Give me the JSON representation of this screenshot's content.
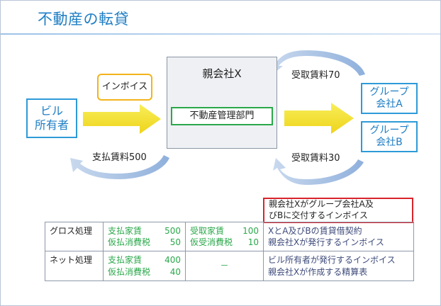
{
  "title": "不動産の転貸",
  "nodes": {
    "owner_line1": "ビル",
    "owner_line2": "所有者",
    "parent": "親会社X",
    "dept": "不動産管理部門",
    "group_a_line1": "グループ",
    "group_a_line2": "会社A",
    "group_b_line1": "グループ",
    "group_b_line2": "会社B",
    "invoice_tag": "インボイス"
  },
  "flows": {
    "rent_in_a": "受取賃料70",
    "rent_in_b": "受取賃料30",
    "rent_out": "支払賃料500"
  },
  "note": {
    "line1": "親会社Xがグループ会社A及",
    "line2": "びBに交付するインボイス"
  },
  "table": {
    "rows": [
      {
        "label": "グロス処理",
        "pay": [
          {
            "item": "支払家賃",
            "amount": "500"
          },
          {
            "item": "仮払消費税",
            "amount": "50"
          }
        ],
        "receive": [
          {
            "item": "受取家賃",
            "amount": "100"
          },
          {
            "item": "仮受消費税",
            "amount": "10"
          }
        ],
        "docs": [
          "XとA及びBの賃貸借契約",
          "親会社Xが発行するインボイス"
        ]
      },
      {
        "label": "ネット処理",
        "pay": [
          {
            "item": "支払家賃",
            "amount": "400"
          },
          {
            "item": "仮払消費税",
            "amount": "40"
          }
        ],
        "receive_dash": "－",
        "docs": [
          "ビル所有者が発行するインボイス",
          "親会社Xが作成する精算表"
        ]
      }
    ]
  },
  "colors": {
    "accent_blue": "#2e9ad8",
    "arrow_yellow": "#f5e12a",
    "dept_green": "#2aa84a",
    "note_red": "#d9232d",
    "tag_orange": "#f2b41a"
  }
}
